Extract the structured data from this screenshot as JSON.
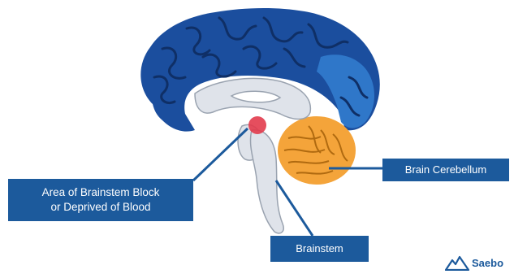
{
  "labels": {
    "block": {
      "line1": "Area of Brainstem Block",
      "line2": "or Deprived of Blood"
    },
    "cerebellum": "Brain Cerebellum",
    "brainstem": "Brainstem"
  },
  "brand": {
    "name": "Saebo",
    "icon": "mountain-logo-icon"
  },
  "colors": {
    "cerebrum_dark": "#1b4e9e",
    "cerebrum_light": "#2f77c9",
    "gyri_lines": "#0f2f66",
    "cerebellum": "#f4a43a",
    "inner_structures": "#dfe3ea",
    "highlight": "#e23b4c",
    "label_bg": "#1c5a9c"
  }
}
